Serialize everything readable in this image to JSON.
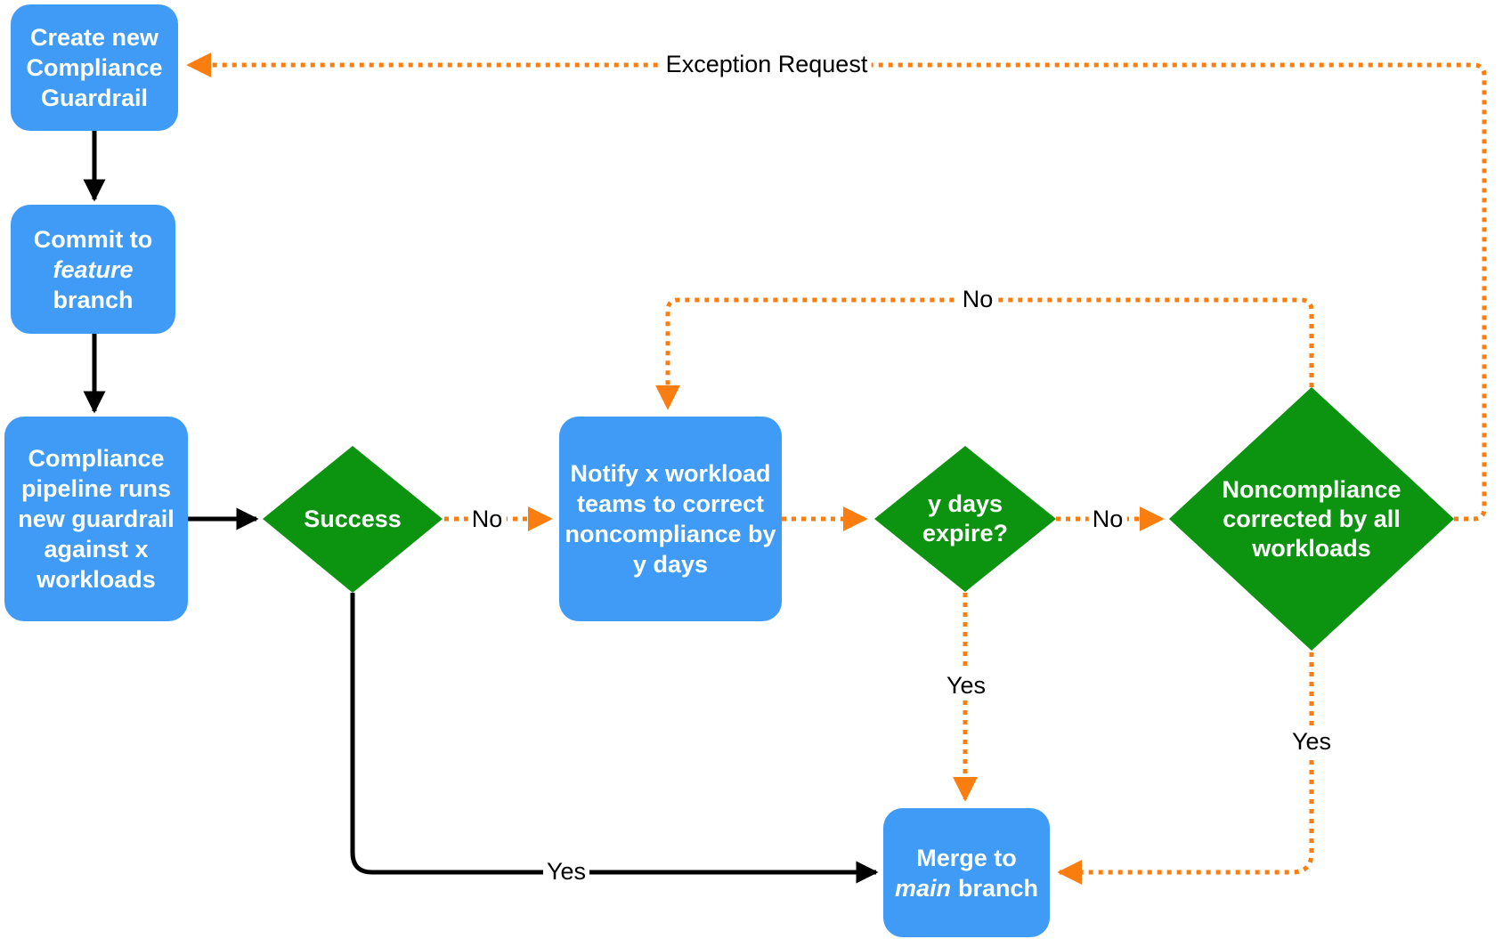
{
  "colors": {
    "background": "#FFFFFF",
    "process_fill": "#3F9BF5",
    "decision_fill": "#0C9310",
    "flow_solid": "#000000",
    "flow_dotted": "#FA7D0F",
    "node_text": "#FFFFFF",
    "label_text": "#000000"
  },
  "nodes": {
    "create": {
      "lines": [
        "Create new",
        "Compliance",
        "Guardrail"
      ]
    },
    "commit": {
      "lines": [
        "Commit to",
        "feature",
        "branch"
      ]
    },
    "pipeline": {
      "lines": [
        "Compliance",
        "pipeline runs",
        "new guardrail",
        "against x",
        "workloads"
      ]
    },
    "success": {
      "label": "Success"
    },
    "notify": {
      "lines": [
        "Notify x workload",
        "teams to correct",
        "noncompliance by",
        "y days"
      ]
    },
    "ydays": {
      "lines": [
        "y days",
        "expire?"
      ]
    },
    "noncompliance": {
      "lines": [
        "Noncompliance",
        "corrected by all",
        "workloads"
      ]
    },
    "merge": {
      "line1": "Merge to",
      "line2_italic": "main",
      "line2_rest": "branch"
    }
  },
  "edge_labels": {
    "exception_request": "Exception Request",
    "success_no": "No",
    "ydays_no": "No",
    "noncompliance_no": "No",
    "ydays_yes": "Yes",
    "noncompliance_yes": "Yes",
    "success_yes": "Yes"
  }
}
